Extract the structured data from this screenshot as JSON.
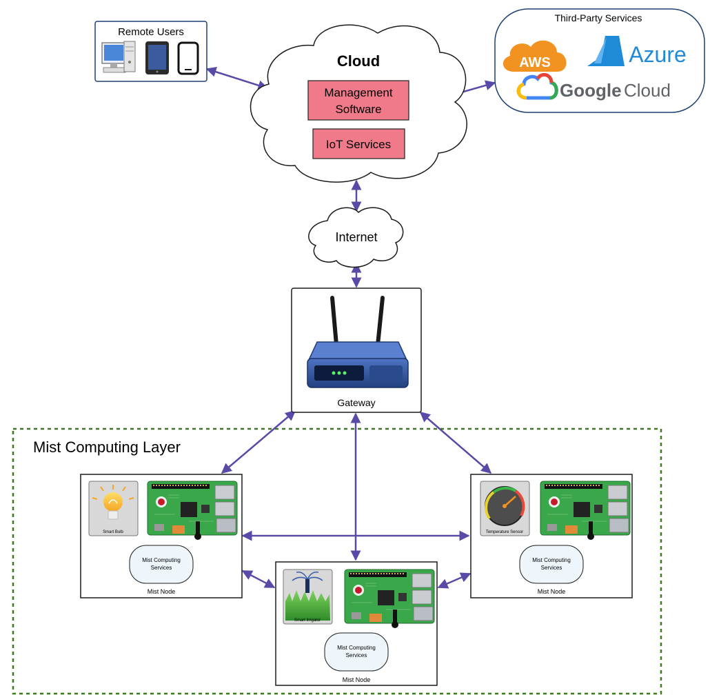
{
  "remote_users": {
    "label": "Remote Users"
  },
  "cloud": {
    "title": "Cloud",
    "management_software_line1": "Management",
    "management_software_line2": "Software",
    "iot_services": "IoT Services"
  },
  "third_party": {
    "label": "Third-Party Services",
    "aws": "AWS",
    "azure": "Azure",
    "google_cloud_brand": "Google",
    "google_cloud_product": "Cloud"
  },
  "internet": {
    "label": "Internet"
  },
  "gateway": {
    "label": "Gateway"
  },
  "mist_layer": {
    "label": "Mist Computing Layer"
  },
  "nodes": [
    {
      "device_label": "Smart Bulb",
      "services_line1": "Mist Computing",
      "services_line2": "Services",
      "node_label": "Mist Node"
    },
    {
      "device_label": "Smart Irrigator",
      "services_line1": "Mist Computing",
      "services_line2": "Services",
      "node_label": "Mist Node"
    },
    {
      "device_label": "Temperature Sensor",
      "services_line1": "Mist Computing",
      "services_line2": "Services",
      "node_label": "Mist Node"
    }
  ],
  "colors": {
    "arrow": "#5a4aa8",
    "pink_box": "#f07a8a",
    "dashed_border": "#3a7a1c",
    "services_fill": "#eef6fc",
    "router_blue": "#2e4f99",
    "pi_green": "#3aa84a",
    "aws_orange": "#f29221",
    "azure_blue": "#1f8ad8"
  }
}
